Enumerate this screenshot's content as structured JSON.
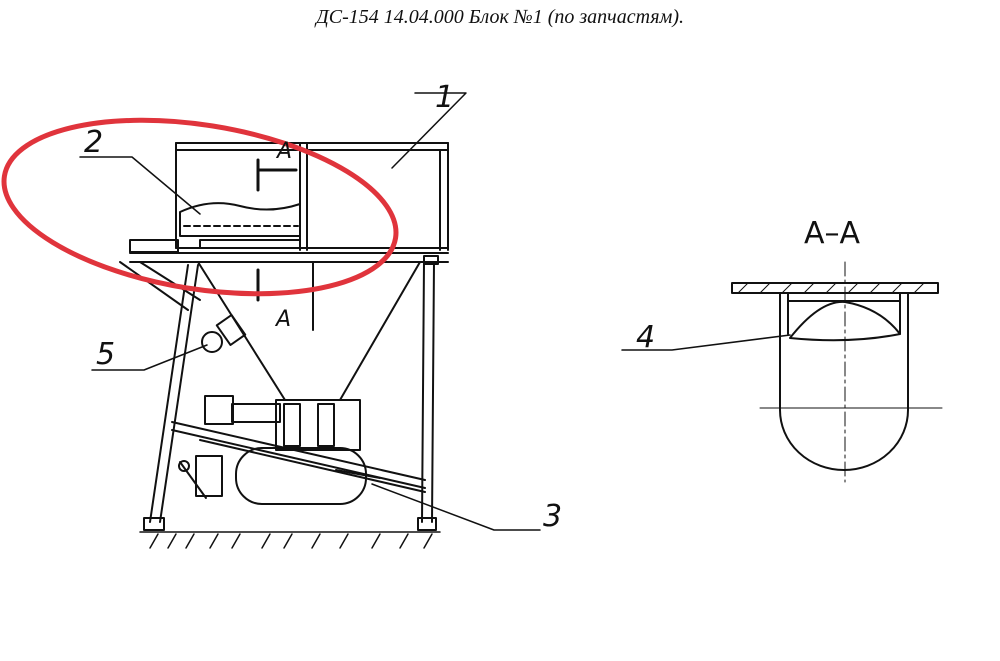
{
  "title": "ДС-154 14.04.000 Блок №1 (по запчастям).",
  "callouts": {
    "c1": "1",
    "c2": "2",
    "c3": "3",
    "c4": "4",
    "c5": "5"
  },
  "section": {
    "mark_top": "A",
    "mark_bottom": "A",
    "label": "A–A"
  },
  "colors": {
    "ink": "#111111",
    "highlight": "#e0343c"
  }
}
